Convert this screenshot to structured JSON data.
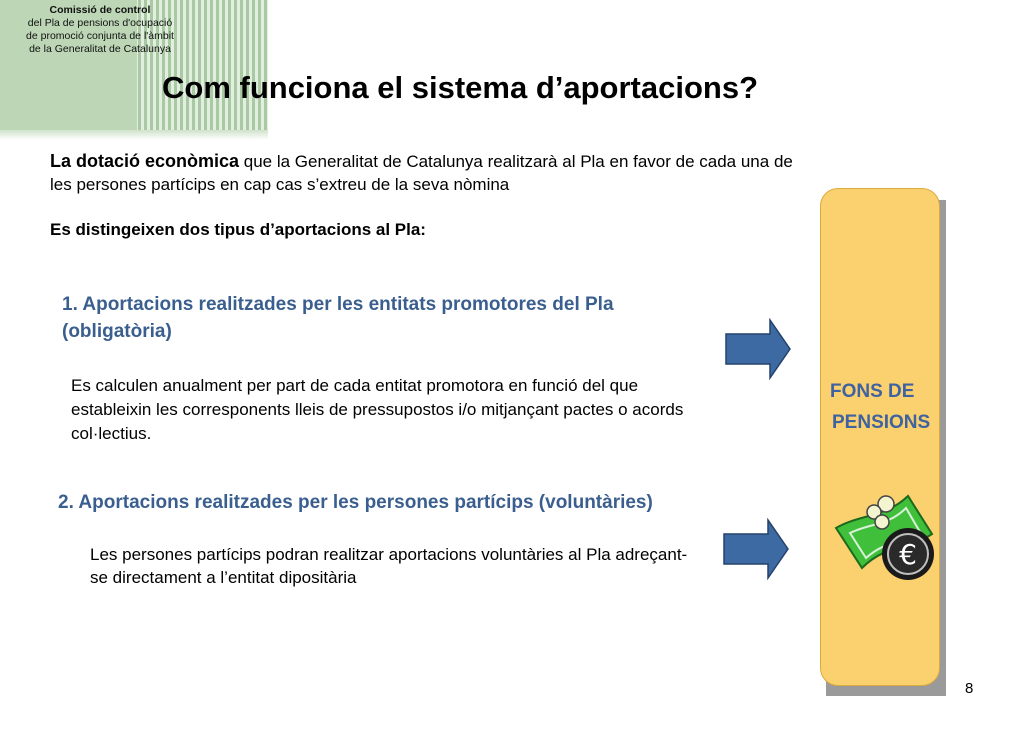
{
  "header": {
    "org_line1": "Comissió de control",
    "org_line2": "del Pla de pensions d'ocupació",
    "org_line3": "de promoció conjunta de l'àmbit",
    "org_line4": "de la Generalitat de Catalunya",
    "title": "Com funciona el sistema d’aportacions?"
  },
  "intro": {
    "lead": "La dotació econòmica",
    "text": " que la Generalitat de Catalunya realitzarà al Pla en favor de cada una de les persones partícips en cap cas s’extreu de la seva nòmina",
    "types_heading": "Es distingeixen dos tipus d’aportacions al Pla:"
  },
  "contributions": [
    {
      "heading": "1. Aportacions realitzades per les entitats promotores del Pla (obligatòria)",
      "text": "Es calculen anualment per part de cada entitat promotora en funció del que estableixin les corresponents lleis de pressupostos i/o mitjançant pactes o acords col·lectius."
    },
    {
      "heading": "2. Aportacions realitzades per les persones partícips (voluntàries)",
      "text": "Les persones partícips podran realitzar aportacions voluntàries al Pla adreçant-se directament a l’entitat dipositària"
    }
  ],
  "fund": {
    "label_line1": "FONS DE",
    "label_line2": "PENSIONS",
    "icon": "euro-money-icon"
  },
  "colors": {
    "heading_blue": "#3a5f8f",
    "arrow_blue": "#3d6aa2",
    "fund_fill": "#fbd06e",
    "fund_text": "#3f62a0",
    "corner_green": "#bcd6b6"
  },
  "footer": {
    "page_number": "8"
  }
}
